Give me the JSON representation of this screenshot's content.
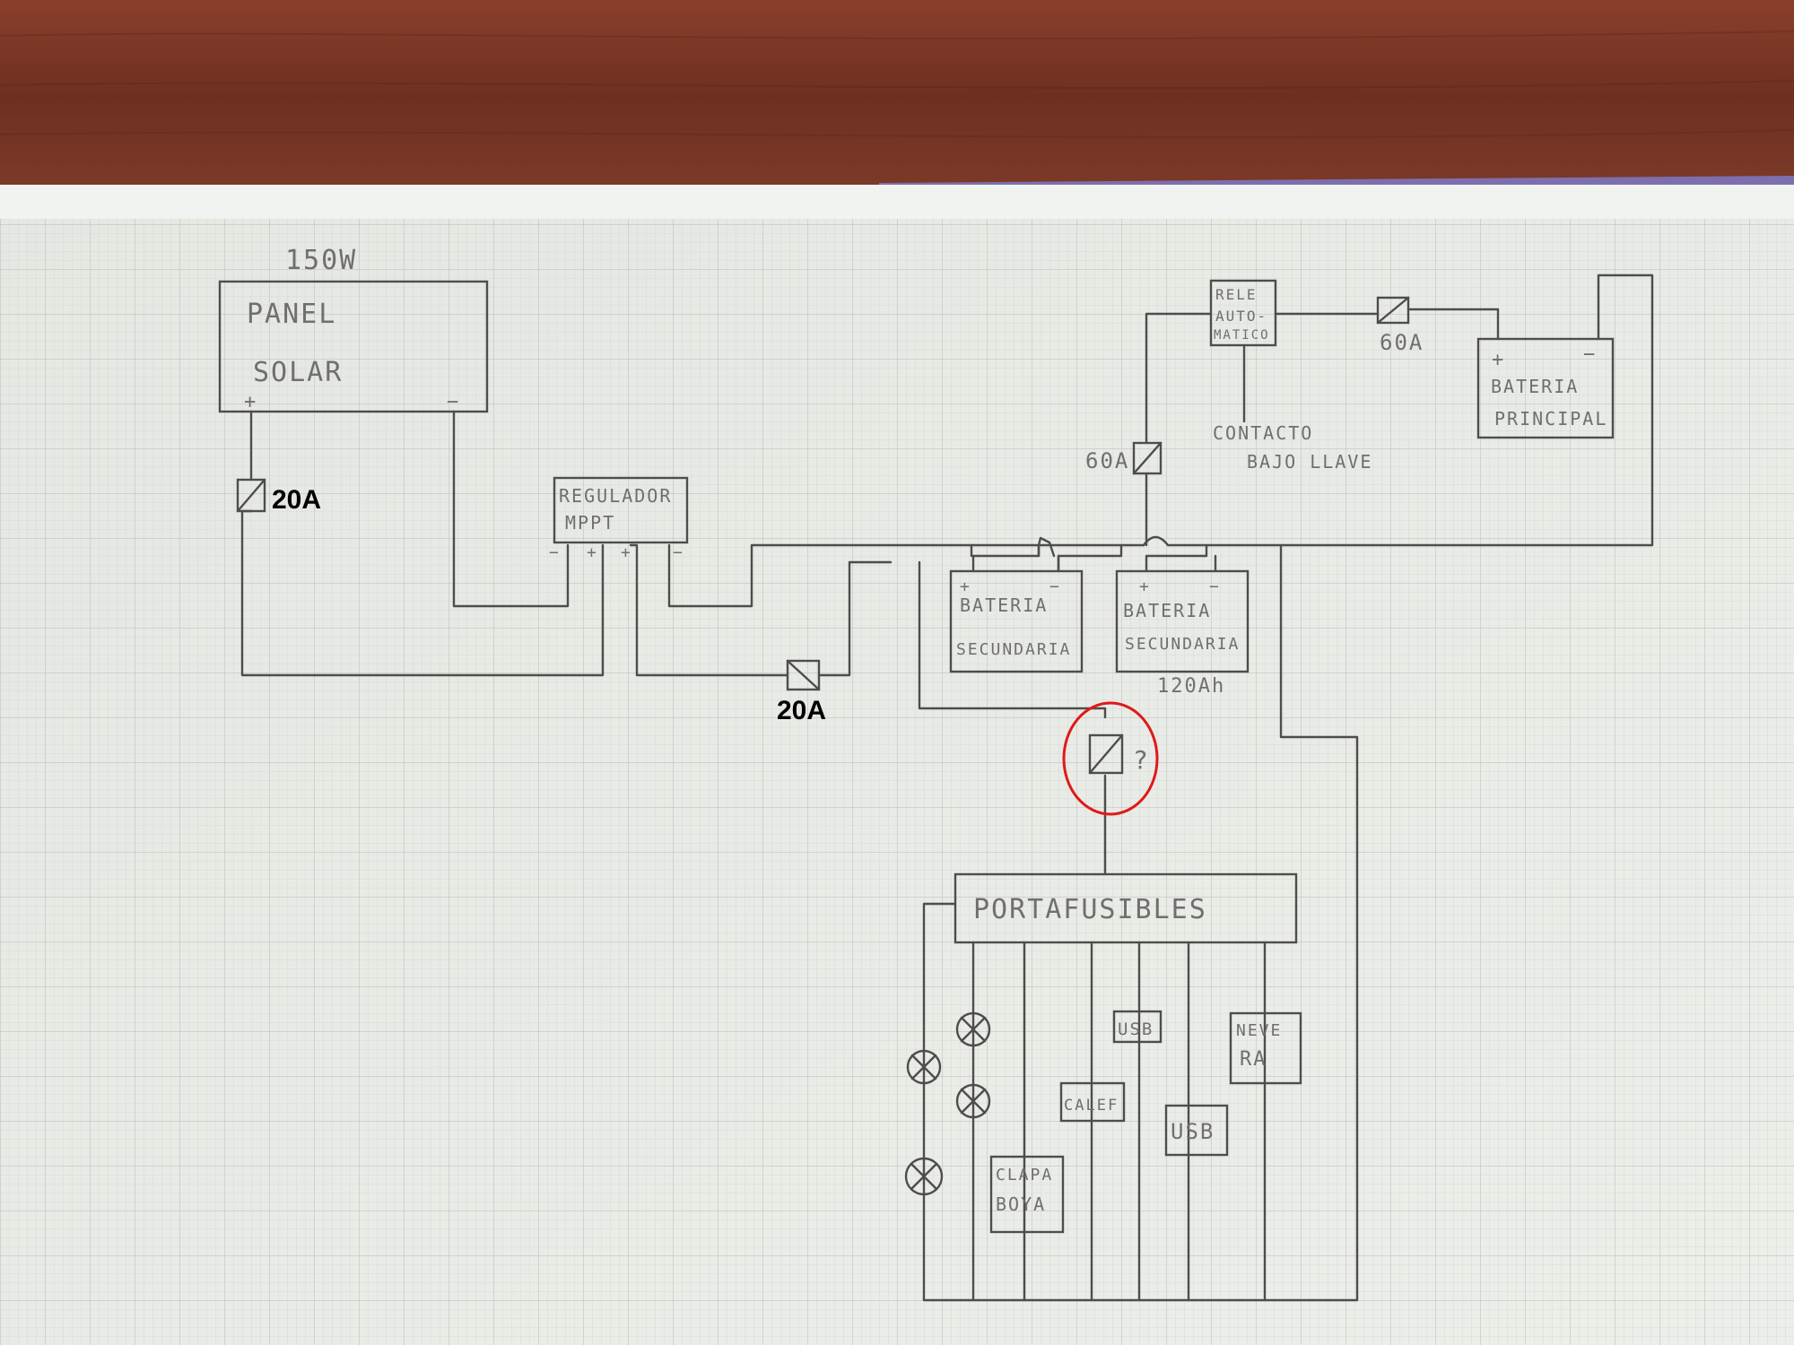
{
  "panel": {
    "power": "150W",
    "line1": "PANEL",
    "line2": "SOLAR",
    "plus": "+",
    "minus": "−"
  },
  "fuses": {
    "panel": "20A",
    "regulator_out": "20A",
    "relay_left": "60A",
    "relay_right": "60A",
    "unknown": "?"
  },
  "regulator": {
    "line1": "REGULADOR",
    "line2": "MPPT",
    "terminals": [
      "−",
      "+",
      "+",
      "−"
    ]
  },
  "relay": {
    "line1": "RELE",
    "line2": "AUTO-",
    "line3": "MATICO"
  },
  "contact": {
    "line1": "CONTACTO",
    "line2": "BAJO LLAVE"
  },
  "main_battery": {
    "line1": "BATERIA",
    "line2": "PRINCIPAL",
    "plus": "+",
    "minus": "−"
  },
  "battery_a": {
    "line1": "BATERIA",
    "line2": "SECUNDARIA",
    "plus": "+",
    "minus": "−"
  },
  "battery_b": {
    "line1": "BATERIA",
    "line2": "SECUNDARIA",
    "capacity": "120Ah",
    "plus": "+",
    "minus": "−"
  },
  "fuse_box": {
    "label": "PORTAFUSIBLES"
  },
  "loads": {
    "bomba_line1": "CLAPA",
    "bomba_line2": "BOYA",
    "calef": "CALEF",
    "usb_top": "USB",
    "usb_bottom": "USB",
    "nevera_line1": "NEVE",
    "nevera_line2": "RA"
  },
  "colors": {
    "paper": "#e9ebe6",
    "grid": "#c9ccc8",
    "ink": "#4d4d4d",
    "highlight": "#e01818",
    "table": "#7a3a2a"
  }
}
